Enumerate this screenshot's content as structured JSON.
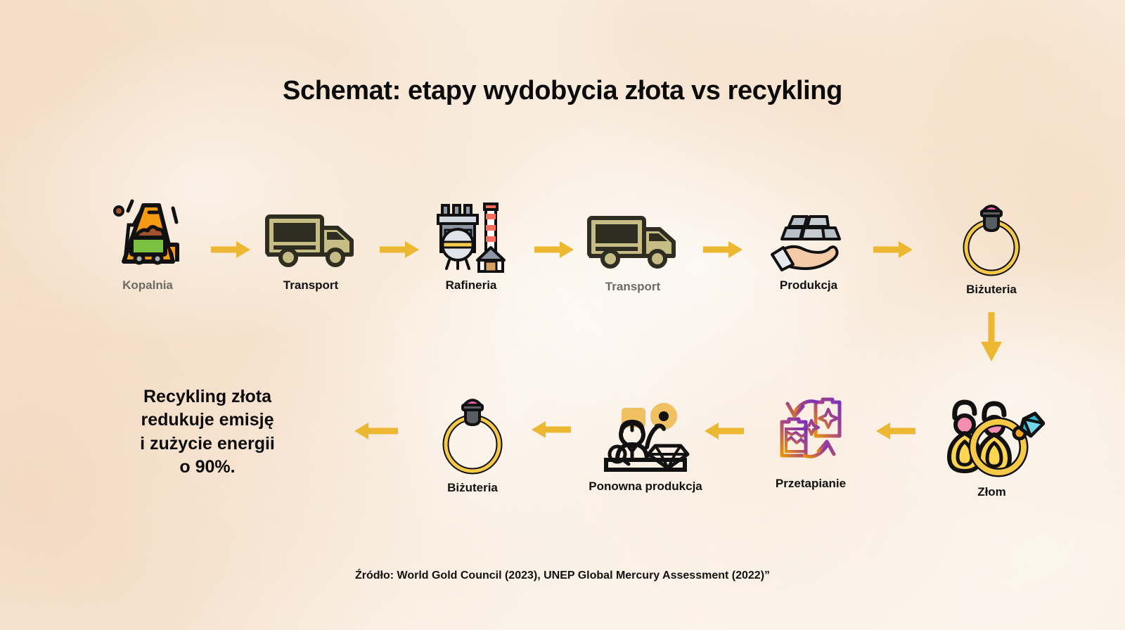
{
  "title": "Schemat: etapy wydobycia złota vs recykling",
  "colors": {
    "arrow": "#ecb731",
    "label_dark": "#111111",
    "label_muted": "#6b6b63",
    "background_start": "#f7e9dc",
    "background_end": "#fbf2e8",
    "mine_orange": "#f59a12",
    "cart_green": "#7cc242",
    "ore_brown": "#a0522d",
    "truck_khaki": "#c5bd85",
    "truck_dark": "#2f2d22",
    "refinery_gray": "#8d97a3",
    "refinery_red": "#f4705c",
    "bar_silver": "#b9bfc6",
    "skin": "#f5cba7",
    "gold": "#f7c948",
    "gem_pink": "#f45fb4",
    "gem_teal": "#2fb8d4",
    "setting_gray": "#585c63",
    "melt_purple": "#7b2fbe",
    "melt_orange": "#e8930c"
  },
  "flow": {
    "mining_row": [
      {
        "id": "kopalnia",
        "label": "Kopalnia",
        "icon": "mine-icon",
        "muted": true
      },
      {
        "id": "transport1",
        "label": "Transport",
        "icon": "truck-icon",
        "muted": false
      },
      {
        "id": "rafineria",
        "label": "Rafineria",
        "icon": "refinery-icon",
        "muted": false
      },
      {
        "id": "transport2",
        "label": "Transport",
        "icon": "truck-icon",
        "muted": true
      },
      {
        "id": "produkcja",
        "label": "Produkcja",
        "icon": "gold-bars-hand-icon",
        "muted": false
      },
      {
        "id": "bizuteria1",
        "label": "Biżuteria",
        "icon": "ring-icon",
        "muted": false
      }
    ],
    "recycling_row": [
      {
        "id": "zlom",
        "label": "Złom",
        "icon": "scrap-jewelry-icon",
        "muted": false
      },
      {
        "id": "przetapianie",
        "label": "Przetapianie",
        "icon": "remelt-exchange-icon",
        "muted": false
      },
      {
        "id": "ponowna",
        "label": "Ponowna produkcja",
        "icon": "jeweler-bench-icon",
        "muted": false
      },
      {
        "id": "bizuteria2",
        "label": "Biżuteria",
        "icon": "ring-icon",
        "muted": false
      }
    ]
  },
  "recycle_note": {
    "line1": "Recykling złota",
    "line2": "redukuje emisję",
    "line3": "i zużycie energii",
    "line4": "o 90%."
  },
  "source": "Źródło: World Gold Council (2023), UNEP Global Mercury Assessment (2022)”"
}
